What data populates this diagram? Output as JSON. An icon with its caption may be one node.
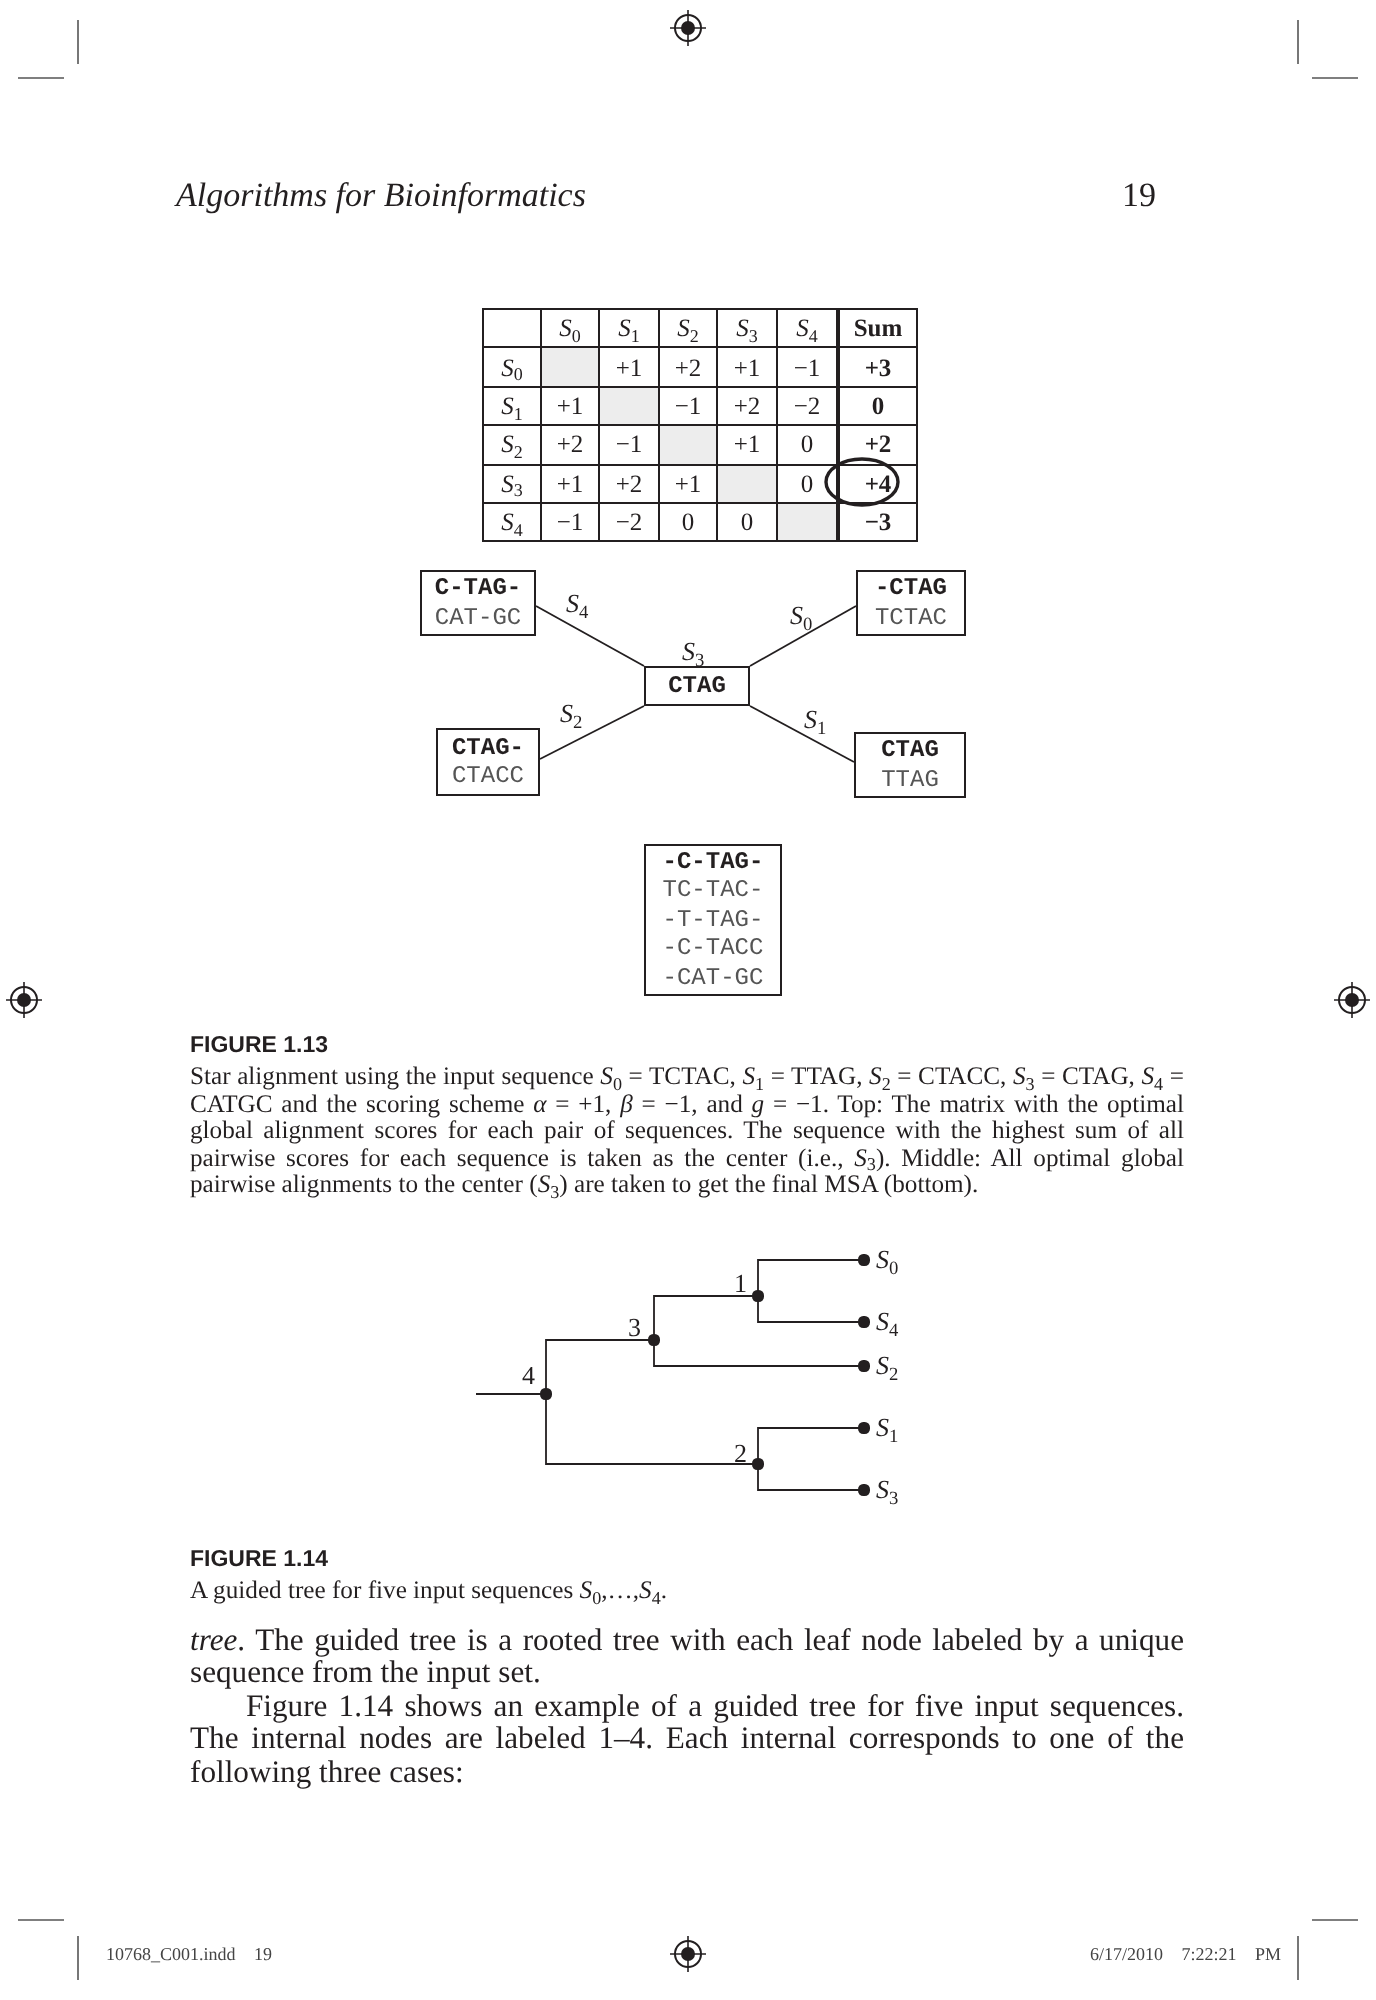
{
  "diagram": {
    "nodes": [
      {
        "text": [
          "C-TAG-",
          "CAT-GC"
        ]
      },
      {
        "text": [
          "-CTAG",
          "TCTAC"
        ]
      },
      {
        "text": [
          "CTAG"
        ],
        "beside": [
          "*S*$_{3}$"
        ]
      },
      {
        "text": [
          "CTAG-",
          "CTACC"
        ]
      },
      {
        "text": [
          "CTAG",
          "TTAG"
        ]
      },
      {
        "text": [
          "-C-TAG-",
          "TC-TAC-",
          "-T-TAG-",
          "-C-TACC",
          "-CAT-GC"
        ]
      },
      {
        "text": [],
        "shape": "circle",
        "beside": [
          "4"
        ]
      },
      {
        "text": [],
        "shape": "circle",
        "beside": [
          "3"
        ]
      },
      {
        "text": [],
        "shape": "circle",
        "beside": [
          "1"
        ]
      },
      {
        "text": [],
        "shape": "circle",
        "beside": [
          "*S*$_{0}$"
        ]
      },
      {
        "text": [],
        "shape": "circle",
        "beside": [
          "*S*$_{4}$"
        ]
      },
      {
        "text": [],
        "shape": "circle",
        "beside": [
          "*S*$_{2}$"
        ]
      },
      {
        "text": [],
        "shape": "circle",
        "beside": [
          "2"
        ]
      },
      {
        "text": [],
        "shape": "circle",
        "beside": [
          "*S*$_{1}$"
        ]
      },
      {
        "text": [],
        "shape": "circle",
        "beside": [
          "*S*$_{3}$"
        ]
      }
    ],
    "edges": [
      {
        "from": 2,
        "to": 0,
        "arrow": "none",
        "label": "*S*$_{4}$"
      },
      {
        "from": 2,
        "to": 1,
        "arrow": "none",
        "label": "*S*$_{0}$"
      },
      {
        "from": 2,
        "to": 3,
        "arrow": "none",
        "label": "*S*$_{2}$"
      },
      {
        "from": 2,
        "to": 4,
        "arrow": "none",
        "label": "*S*$_{1}$"
      },
      {
        "from": null,
        "to": 6,
        "arrow": "none"
      },
      {
        "from": 6,
        "to": 7,
        "arrow": "none"
      },
      {
        "from": 6,
        "to": 12,
        "arrow": "none"
      },
      {
        "from": 7,
        "to": 8,
        "arrow": "none"
      },
      {
        "from": 7,
        "to": 11,
        "arrow": "none"
      },
      {
        "from": 8,
        "to": 9,
        "arrow": "none"
      },
      {
        "from": 8,
        "to": 10,
        "arrow": "none"
      },
      {
        "from": 12,
        "to": 13,
        "arrow": "none"
      },
      {
        "from": 12,
        "to": 14,
        "arrow": "none"
      }
    ],
    "labels": [
      "Algorithms for Bioinformatics",
      "19",
      "*S*$_{0}$",
      "*S*$_{1}$",
      "*S*$_{2}$",
      "*S*$_{3}$",
      "*S*$_{4}$",
      "Sum",
      "*S*$_{0}$",
      "+1",
      "+2",
      "+1",
      "−1",
      "+3",
      "*S*$_{1}$",
      "+1",
      "−1",
      "+2",
      "−2",
      "0",
      "*S*$_{2}$",
      "+2",
      "−1",
      "+1",
      "0",
      "+2",
      "*S*$_{3}$",
      "+1",
      "+2",
      "+1",
      "0",
      "+4",
      "*S*$_{4}$",
      "−1",
      "−2",
      "0",
      "0",
      "−3",
      "FIGURE 1.13",
      "Star alignment using the input sequence *S*$_{0}$ = TCTAC, *S*$_{1}$ = TTAG, *S*$_{2}$ = CTACC, *S*$_{3}$ = CTAG, *S*$_{4}$ = CATGC and the scoring scheme *α* = +1, *β* = −1, and *g* = −1. Top: The matrix with the optimal global alignment scores for each pair of sequences. The sequence with the highest sum of all pairwise scores for each sequence is taken as the center (i.e., *S*$_{3}$). Middle: All optimal global pairwise alignments to the center (*S*$_{3}$) are taken to get the final MSA (bottom).",
      "FIGURE 1.14",
      "A guided tree for five input sequences *S*$_{0}$,…,*S*$_{4}$.",
      "*tree*. The guided tree is a rooted tree with each leaf node labeled by a unique sequence from the input set.",
      "Figure 1.14 shows an example of a guided tree for five input sequences. The internal nodes are labeled 1–4. Each internal corresponds to one of the following three cases:",
      "10768_C001.indd 19",
      "6/17/2010 7:22:21 PM"
    ]
  }
}
